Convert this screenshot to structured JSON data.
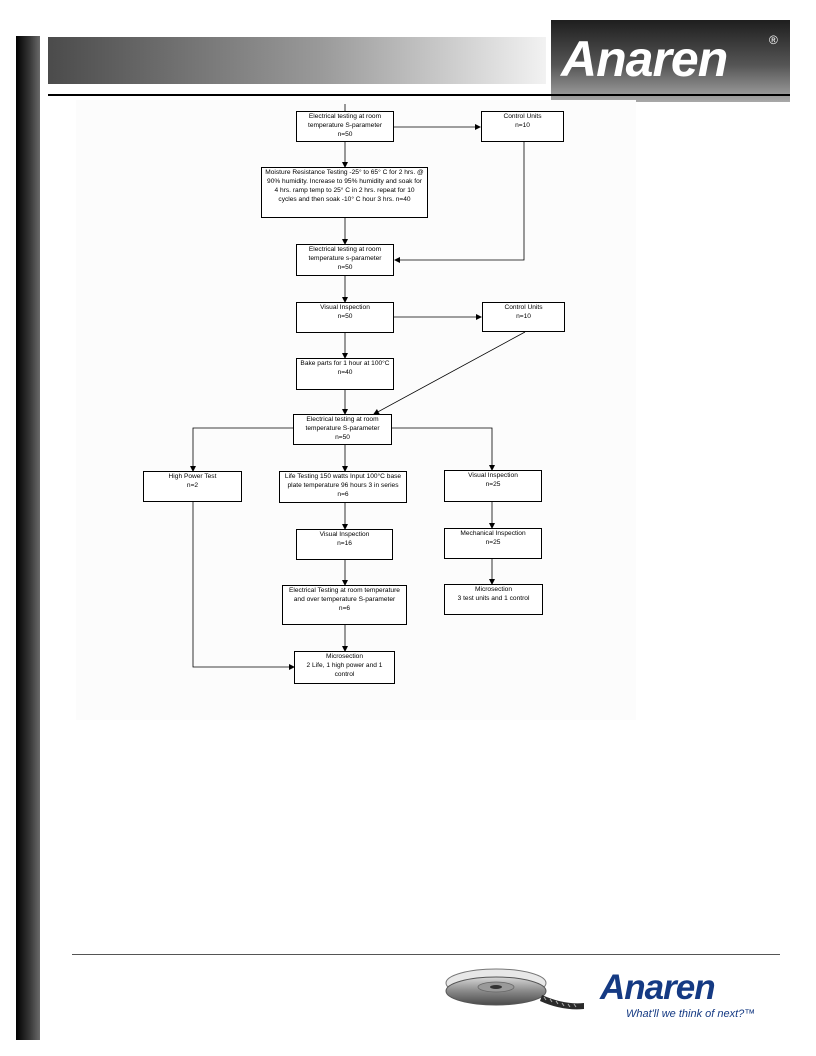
{
  "brand": {
    "header_logo": "Anaren",
    "registered_mark": "®",
    "footer_logo": "Anaren",
    "tagline": "What'll we think of next?™"
  },
  "flowchart": {
    "nodes": [
      {
        "id": "elec1",
        "text": "Electrical testing at room temperature S-parameter\nn=50"
      },
      {
        "id": "ctrl1",
        "text": "Control Units\nn=10"
      },
      {
        "id": "moist",
        "text": "Moisture Resistance Testing -25° to 65° C for 2 hrs. @ 90% humidity. Increase to 95% humidity and soak for 4 hrs. ramp temp to 25° C in 2 hrs. repeat for 10 cycles and then soak -10° C hour 3 hrs. n=40"
      },
      {
        "id": "elec2",
        "text": "Electrical testing at room temperature s-parameter\nn=50"
      },
      {
        "id": "vis1",
        "text": "Visual Inspection\nn=50"
      },
      {
        "id": "ctrl2",
        "text": "Control Units\nn=10"
      },
      {
        "id": "bake",
        "text": "Bake parts for 1 hour at 100°C\nn=40"
      },
      {
        "id": "elec3",
        "text": "Electrical testing at room temperature S-parameter\nn=50"
      },
      {
        "id": "hipow",
        "text": "High Power Test\nn=2"
      },
      {
        "id": "life",
        "text": "Life Testing 150 watts Input 100°C base plate temperature 96 hours 3 in series n=6"
      },
      {
        "id": "vis2",
        "text": "Visual Inspection\nn=25"
      },
      {
        "id": "vis3",
        "text": "Visual Inspection\nn=16"
      },
      {
        "id": "mech",
        "text": "Mechanical Inspection\nn=25"
      },
      {
        "id": "elec4",
        "text": "Electrical Testing at room temperature and over temperature S-parameter\nn=6"
      },
      {
        "id": "micro1",
        "text": "Microsection\n3 test units and 1 control"
      },
      {
        "id": "micro2",
        "text": "Microsection\n2 Life, 1 high power and 1 control"
      }
    ],
    "edges": [
      {
        "from": "elec1",
        "to": "ctrl1"
      },
      {
        "from": "elec1",
        "to": "moist"
      },
      {
        "from": "moist",
        "to": "elec2"
      },
      {
        "from": "ctrl1",
        "to": "elec2"
      },
      {
        "from": "elec2",
        "to": "vis1"
      },
      {
        "from": "vis1",
        "to": "ctrl2"
      },
      {
        "from": "vis1",
        "to": "bake"
      },
      {
        "from": "bake",
        "to": "elec3"
      },
      {
        "from": "ctrl2",
        "to": "elec3"
      },
      {
        "from": "elec3",
        "to": "hipow"
      },
      {
        "from": "elec3",
        "to": "life"
      },
      {
        "from": "elec3",
        "to": "vis2"
      },
      {
        "from": "life",
        "to": "vis3"
      },
      {
        "from": "vis3",
        "to": "elec4"
      },
      {
        "from": "elec4",
        "to": "micro2"
      },
      {
        "from": "hipow",
        "to": "micro2"
      },
      {
        "from": "vis2",
        "to": "mech"
      },
      {
        "from": "mech",
        "to": "micro1"
      }
    ]
  }
}
